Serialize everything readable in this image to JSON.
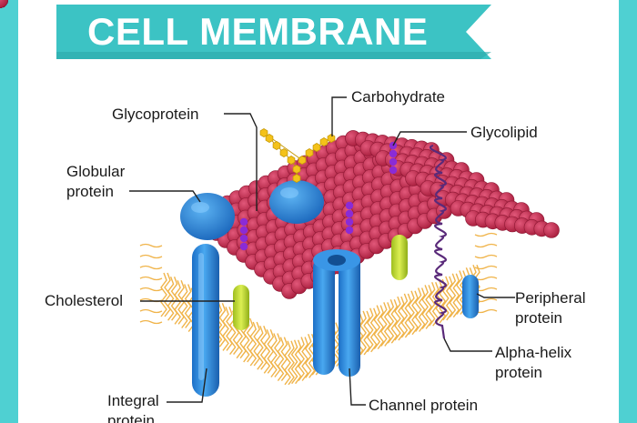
{
  "title": "CELL MEMBRANE",
  "labels": {
    "carbohydrate": "Carbohydrate",
    "glycoprotein": "Glycoprotein",
    "glycolipid": "Glycolipid",
    "globular_line1": "Globular",
    "globular_line2": "protein",
    "cholesterol": "Cholesterol",
    "peripheral_line1": "Peripheral",
    "peripheral_line2": "protein",
    "alpha_line1": "Alpha-helix",
    "alpha_line2": "protein",
    "integral_line1": "Integral",
    "integral_line2": "protein",
    "channel": "Channel protein"
  },
  "colors": {
    "frame": "#4fd0d2",
    "banner": "#3cc3c4",
    "phospholipid_head": "#c42a4e",
    "tail": "#f0b44a",
    "protein_blue": "#2f8fe0",
    "cholesterol": "#c8e23a",
    "glycolipid": "#8a2bd6",
    "carbohydrate": "#f4c21a",
    "alpha_helix": "#5a2a7a"
  }
}
